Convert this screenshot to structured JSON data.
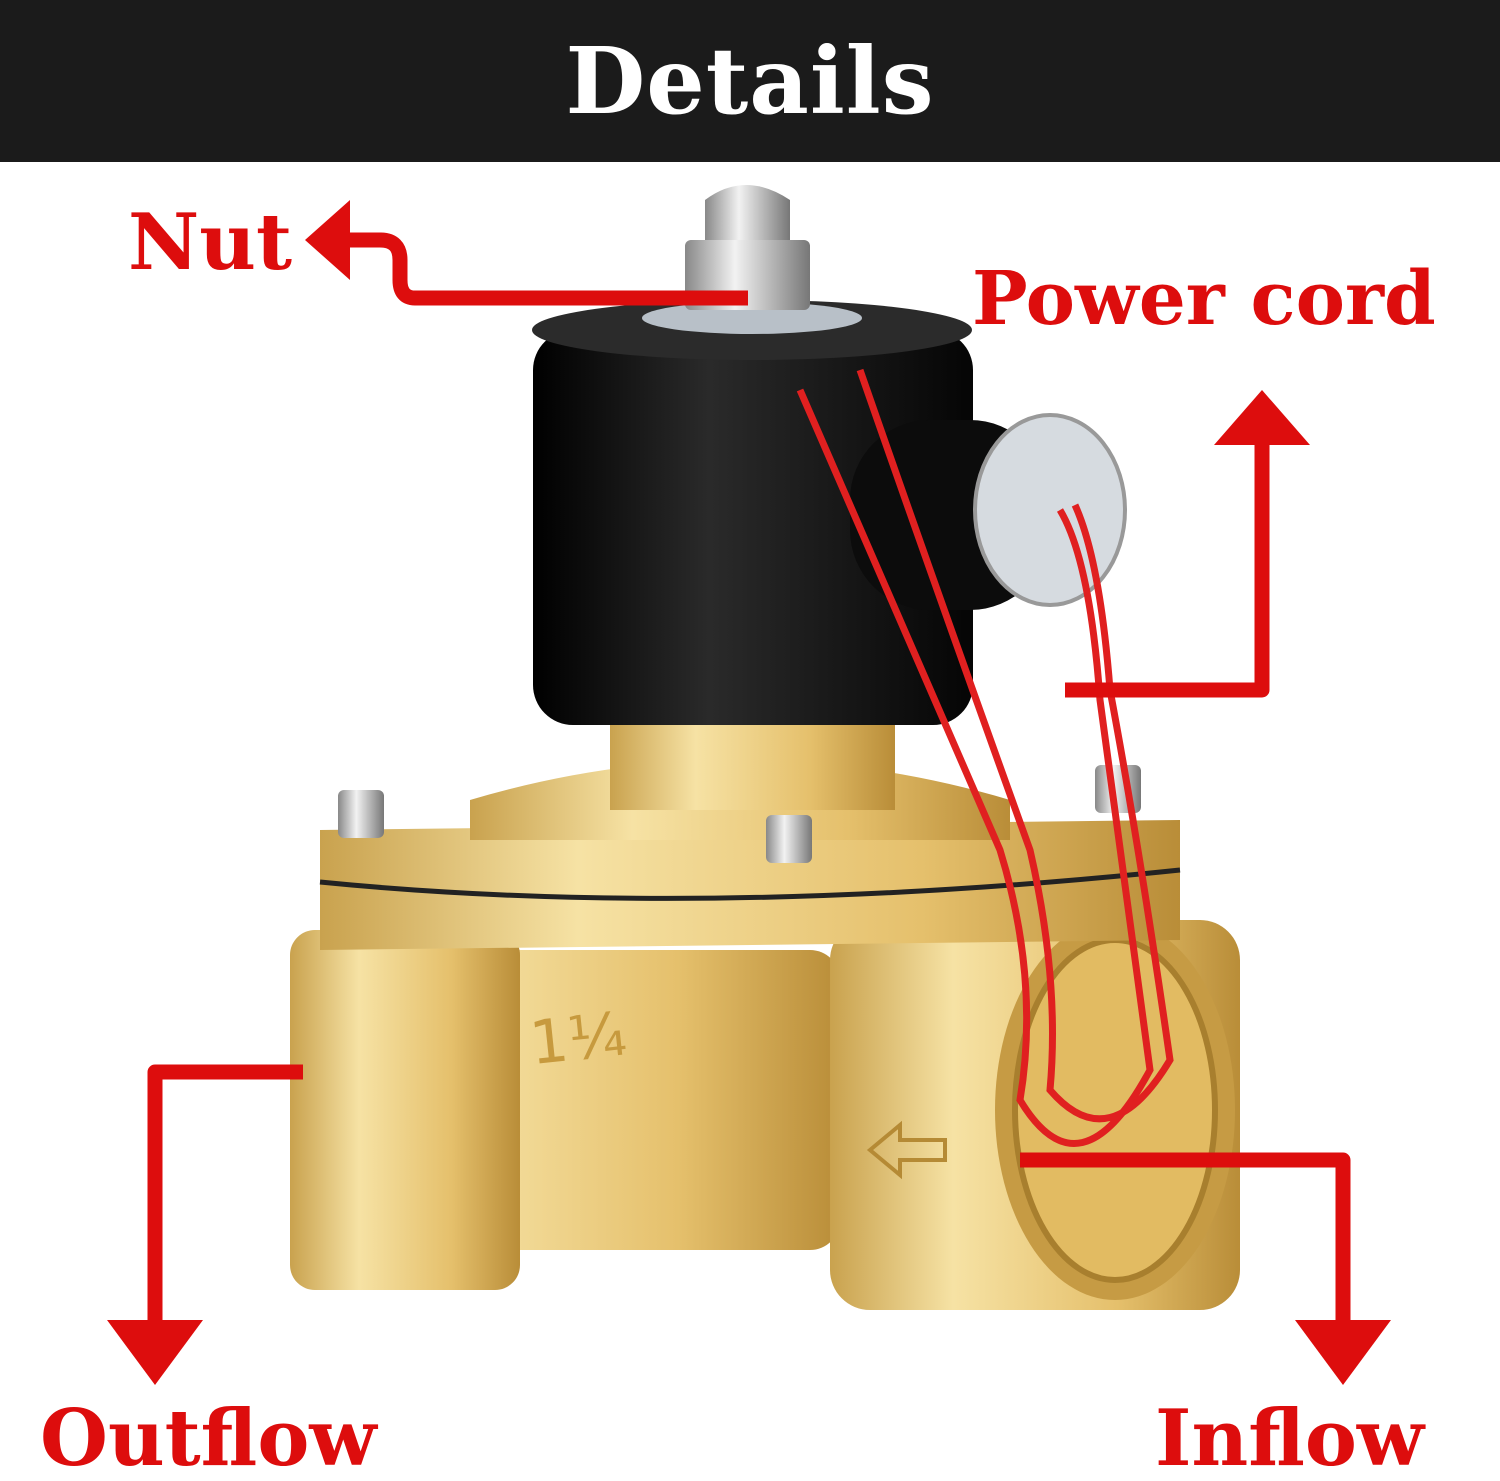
{
  "header": {
    "title": "Details"
  },
  "labels": {
    "nut": "Nut",
    "power_cord": "Power cord",
    "outflow": "Outflow",
    "inflow": "Inflow"
  },
  "valve": {
    "size_marking": "1¼"
  },
  "colors": {
    "accent_red": "#dd0d0d",
    "header_bg": "#1b1b1b",
    "brass": "#e8c877",
    "coil": "#111111"
  }
}
